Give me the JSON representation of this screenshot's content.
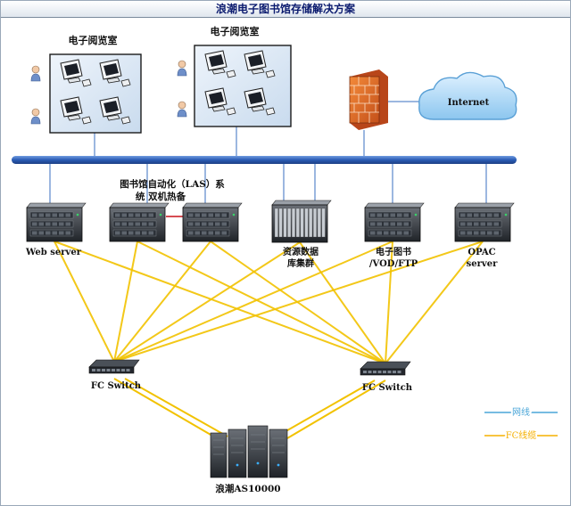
{
  "title": "浪潮电子图书馆存储解决方案",
  "rooms": [
    {
      "label": "电子阅览室"
    },
    {
      "label": "电子阅览室"
    }
  ],
  "internet": {
    "label": "Internet"
  },
  "las": {
    "line1": "图书馆自动化（LAS）系",
    "line2": "统 双机热备"
  },
  "servers": [
    {
      "id": "web",
      "lines": [
        "Web server"
      ]
    },
    {
      "id": "las-a",
      "lines": []
    },
    {
      "id": "las-b",
      "lines": []
    },
    {
      "id": "resource",
      "lines": [
        "资源数据",
        "库集群"
      ]
    },
    {
      "id": "ebook",
      "lines": [
        "电子图书",
        "/VOD/FTP"
      ]
    },
    {
      "id": "opac",
      "lines": [
        "OPAC",
        "server"
      ]
    }
  ],
  "switches": [
    {
      "label": "FC Switch"
    },
    {
      "label": "FC Switch"
    }
  ],
  "storage": {
    "label": "浪潮AS10000"
  },
  "legend": {
    "network": "网线",
    "fc": "FC线缆"
  },
  "colors": {
    "network": "#3a6fc0",
    "fc": "#f2c200",
    "legend_network": "#4aa6d8",
    "legend_fc": "#f5b000"
  }
}
